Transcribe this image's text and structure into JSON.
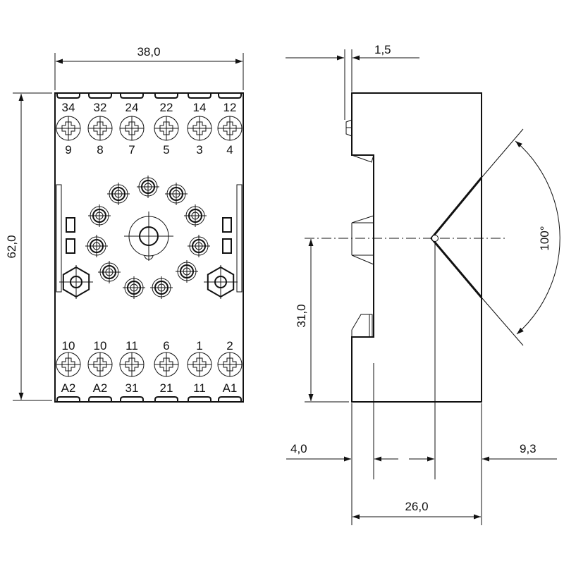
{
  "front_view": {
    "width_dim": "38,0",
    "height_dim": "62,0",
    "top_terminals_upper": [
      "34",
      "32",
      "24",
      "22",
      "14",
      "12"
    ],
    "top_terminals_lower": [
      "9",
      "8",
      "7",
      "5",
      "3",
      "4"
    ],
    "bottom_terminals_upper": [
      "10",
      "10",
      "11",
      "6",
      "1",
      "2"
    ],
    "bottom_terminals_lower": [
      "A2",
      "A2",
      "31",
      "21",
      "11",
      "A1"
    ]
  },
  "side_view": {
    "offset_dim": "1,5",
    "angle_dim": "100°",
    "center_height_dim": "31,0",
    "left_dim": "4,0",
    "right_dim": "9,3",
    "depth_dim": "26,0"
  },
  "colors": {
    "line": "#111111",
    "background": "#ffffff"
  }
}
